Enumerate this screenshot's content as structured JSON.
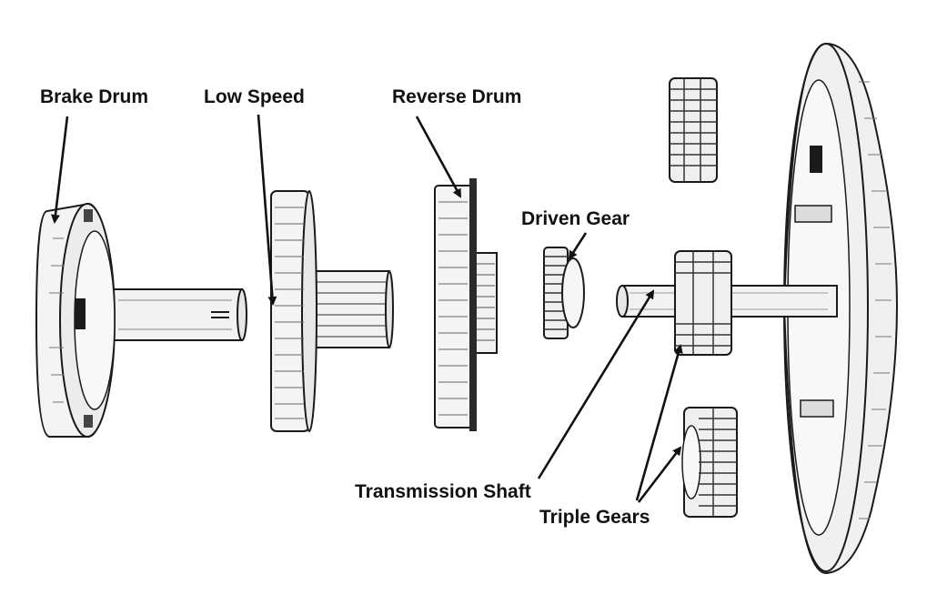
{
  "labels": {
    "brake_drum": "Brake Drum",
    "low_speed": "Low Speed",
    "reverse_drum": "Reverse Drum",
    "driven_gear": "Driven Gear",
    "transmission_shaft": "Transmission Shaft",
    "triple_gears": "Triple Gears"
  },
  "colors": {
    "ink": "#1a1a1a",
    "paper": "#ffffff",
    "shade": "#dcdcdc",
    "midtone": "#c4c4c4"
  }
}
